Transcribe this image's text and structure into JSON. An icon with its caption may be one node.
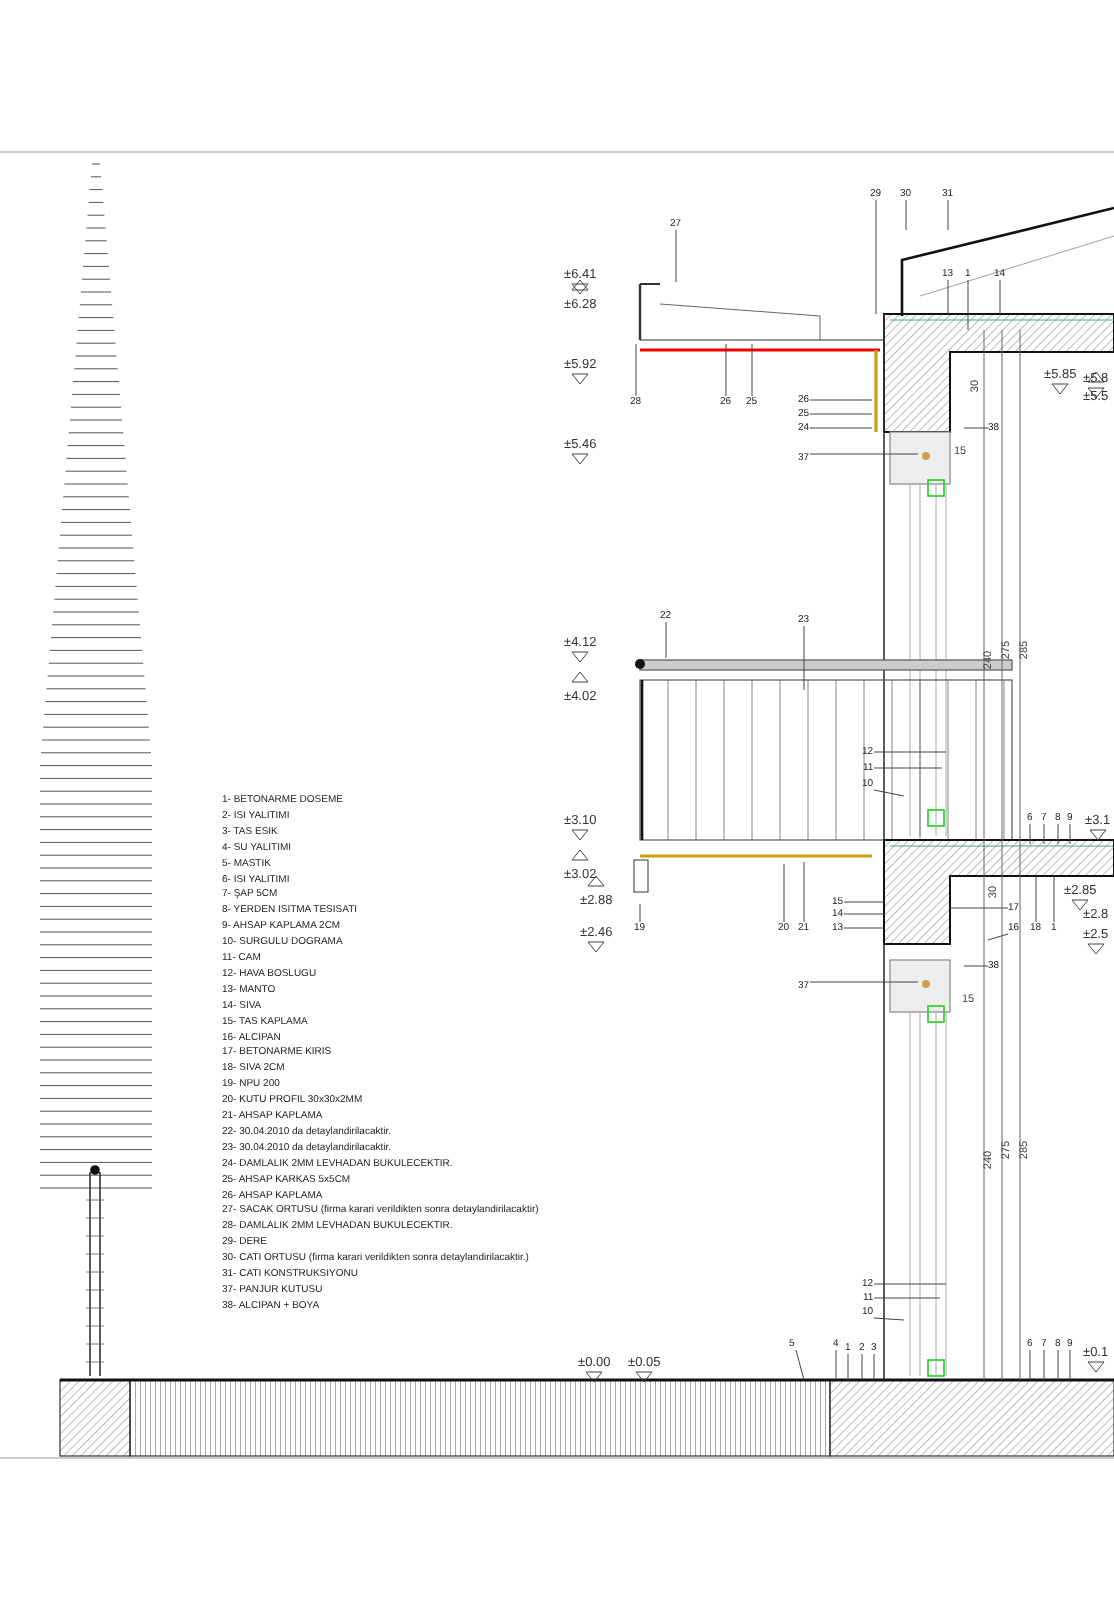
{
  "diagram": {
    "nodes": [
      {
        "text": [
          "27"
        ]
      },
      {
        "text": [
          "29"
        ]
      },
      {
        "text": [
          "30"
        ]
      },
      {
        "text": [
          "31"
        ]
      },
      {
        "text": [
          "13"
        ]
      },
      {
        "text": [
          "1"
        ]
      },
      {
        "text": [
          "14"
        ]
      },
      {
        "text": [
          "28"
        ]
      },
      {
        "text": [
          "26"
        ]
      },
      {
        "text": [
          "25"
        ]
      },
      {
        "text": [
          "26"
        ]
      },
      {
        "text": [
          "25"
        ]
      },
      {
        "text": [
          "24"
        ]
      },
      {
        "text": [
          "37"
        ]
      },
      {
        "text": [
          "38"
        ]
      },
      {
        "text": [
          "22"
        ]
      },
      {
        "text": [
          "23"
        ]
      },
      {
        "text": [
          "12"
        ]
      },
      {
        "text": [
          "11"
        ]
      },
      {
        "text": [
          "10"
        ]
      },
      {
        "text": [
          "6"
        ]
      },
      {
        "text": [
          "7"
        ]
      },
      {
        "text": [
          "8"
        ]
      },
      {
        "text": [
          "9"
        ]
      },
      {
        "text": [
          "19"
        ]
      },
      {
        "text": [
          "20"
        ]
      },
      {
        "text": [
          "21"
        ]
      },
      {
        "text": [
          "15"
        ]
      },
      {
        "text": [
          "14"
        ]
      },
      {
        "text": [
          "13"
        ]
      },
      {
        "text": [
          "17"
        ]
      },
      {
        "text": [
          "16"
        ]
      },
      {
        "text": [
          "18"
        ]
      },
      {
        "text": [
          "1"
        ]
      },
      {
        "text": [
          "38"
        ]
      },
      {
        "text": [
          "37"
        ]
      },
      {
        "text": [
          "12"
        ]
      },
      {
        "text": [
          "11"
        ]
      },
      {
        "text": [
          "10"
        ]
      },
      {
        "text": [
          "5"
        ]
      },
      {
        "text": [
          "4"
        ]
      },
      {
        "text": [
          "1"
        ]
      },
      {
        "text": [
          "2"
        ]
      },
      {
        "text": [
          "3"
        ]
      },
      {
        "text": [
          "6"
        ]
      },
      {
        "text": [
          "7"
        ]
      },
      {
        "text": [
          "8"
        ]
      },
      {
        "text": [
          "9"
        ]
      },
      {
        "text": [],
        "shape": "box"
      },
      {
        "text": [],
        "shape": "box"
      }
    ],
    "edges": [
      {
        "from": 0,
        "to": null,
        "arrow": "none"
      },
      {
        "from": 1,
        "to": null,
        "arrow": "none"
      },
      {
        "from": 2,
        "to": null,
        "arrow": "none"
      },
      {
        "from": 3,
        "to": null,
        "arrow": "none"
      },
      {
        "from": 4,
        "to": null,
        "arrow": "none"
      },
      {
        "from": 5,
        "to": null,
        "arrow": "none"
      },
      {
        "from": 6,
        "to": null,
        "arrow": "none"
      },
      {
        "from": 7,
        "to": null,
        "arrow": "none"
      },
      {
        "from": 8,
        "to": null,
        "arrow": "none"
      },
      {
        "from": 9,
        "to": null,
        "arrow": "none"
      },
      {
        "from": 10,
        "to": null,
        "arrow": "none"
      },
      {
        "from": 11,
        "to": null,
        "arrow": "none"
      },
      {
        "from": 12,
        "to": null,
        "arrow": "none"
      },
      {
        "from": 13,
        "to": null,
        "arrow": "none"
      },
      {
        "from": 14,
        "to": null,
        "arrow": "none"
      },
      {
        "from": 15,
        "to": null,
        "arrow": "none"
      },
      {
        "from": 16,
        "to": null,
        "arrow": "none"
      },
      {
        "from": 17,
        "to": null,
        "arrow": "none"
      },
      {
        "from": 18,
        "to": null,
        "arrow": "none"
      },
      {
        "from": 19,
        "to": null,
        "arrow": "none"
      },
      {
        "from": 20,
        "to": null,
        "arrow": "none"
      },
      {
        "from": 21,
        "to": null,
        "arrow": "none"
      },
      {
        "from": 22,
        "to": null,
        "arrow": "none"
      },
      {
        "from": 23,
        "to": null,
        "arrow": "none"
      },
      {
        "from": 24,
        "to": null,
        "arrow": "none"
      },
      {
        "from": 25,
        "to": null,
        "arrow": "none"
      },
      {
        "from": 26,
        "to": null,
        "arrow": "none"
      },
      {
        "from": 27,
        "to": 49,
        "arrow": "none"
      },
      {
        "from": 28,
        "to": 49,
        "arrow": "none"
      },
      {
        "from": 29,
        "to": 49,
        "arrow": "none"
      },
      {
        "from": 30,
        "to": 49,
        "arrow": "none"
      },
      {
        "from": 31,
        "to": null,
        "arrow": "none"
      },
      {
        "from": 32,
        "to": 49,
        "arrow": "none"
      },
      {
        "from": 33,
        "to": 49,
        "arrow": "none"
      },
      {
        "from": 34,
        "to": null,
        "arrow": "none"
      },
      {
        "from": 35,
        "to": null,
        "arrow": "none"
      },
      {
        "from": 36,
        "to": null,
        "arrow": "none"
      },
      {
        "from": 37,
        "to": null,
        "arrow": "none"
      },
      {
        "from": 38,
        "to": null,
        "arrow": "none"
      },
      {
        "from": 39,
        "to": 48,
        "arrow": "none"
      },
      {
        "from": 40,
        "to": 48,
        "arrow": "none"
      },
      {
        "from": 41,
        "to": 48,
        "arrow": "none"
      },
      {
        "from": 42,
        "to": 48,
        "arrow": "none"
      },
      {
        "from": 43,
        "to": 48,
        "arrow": "none"
      },
      {
        "from": 44,
        "to": 48,
        "arrow": "none"
      },
      {
        "from": 45,
        "to": 48,
        "arrow": "none"
      },
      {
        "from": 46,
        "to": 48,
        "arrow": "none"
      },
      {
        "from": 47,
        "to": 48,
        "arrow": "none"
      }
    ],
    "labels": [
      "±6.41",
      "±6.28",
      "±5.92",
      "±5.46",
      "±4.12",
      "±4.02",
      "±3.10",
      "±3.02",
      "±2.88",
      "±2.46",
      "±0.00",
      "±0.05",
      "±5.85",
      "±5.8",
      "±5.5",
      "±3.1",
      "±2.85",
      "±2.8",
      "±2.5",
      "±0.1",
      "30",
      "15",
      "240",
      "275",
      "285",
      "30",
      "15",
      "240",
      "275",
      "285",
      "1- BETONARME DOSEME",
      "2- ISI YALITIMI",
      "3- TAS ESIK",
      "4- SU YALITIMI",
      "5- MASTIK",
      "6- ISI YALITIMI",
      "7- ŞAP 5CM",
      "8- YERDEN ISITMA TESISATI",
      "9- AHSAP KAPLAMA 2CM",
      "10- SURGULU DOGRAMA",
      "11- CAM",
      "12- HAVA BOSLUGU",
      "13- MANTO",
      "14- SIVA",
      "15- TAS KAPLAMA",
      "16- ALCIPAN",
      "17- BETONARME KIRIS",
      "18- SIVA 2CM",
      "19- NPU 200",
      "20- KUTU PROFIL 30x30x2MM",
      "21- AHSAP KAPLAMA",
      "22- 30.04.2010 da detaylandirilacaktir.",
      "23- 30.04.2010 da detaylandirilacaktir.",
      "24- DAMLALIK 2MM LEVHADAN BUKULECEKTIR.",
      "25- AHSAP KARKAS 5x5CM",
      "26- AHSAP KAPLAMA",
      "27- SACAK ORTUSU (firma karari verildikten sonra detaylandirilacaktir)",
      "28- DAMLALIK 2MM LEVHADAN BUKULECEKTIR.",
      "29- DERE",
      "30- CATI ORTUSU (firma karari verildikten sonra detaylandirilacaktir.)",
      "31- CATI KONSTRUKSIYONU",
      "37- PANJUR KUTUSU",
      "38- ALCIPAN + BOYA"
    ]
  }
}
